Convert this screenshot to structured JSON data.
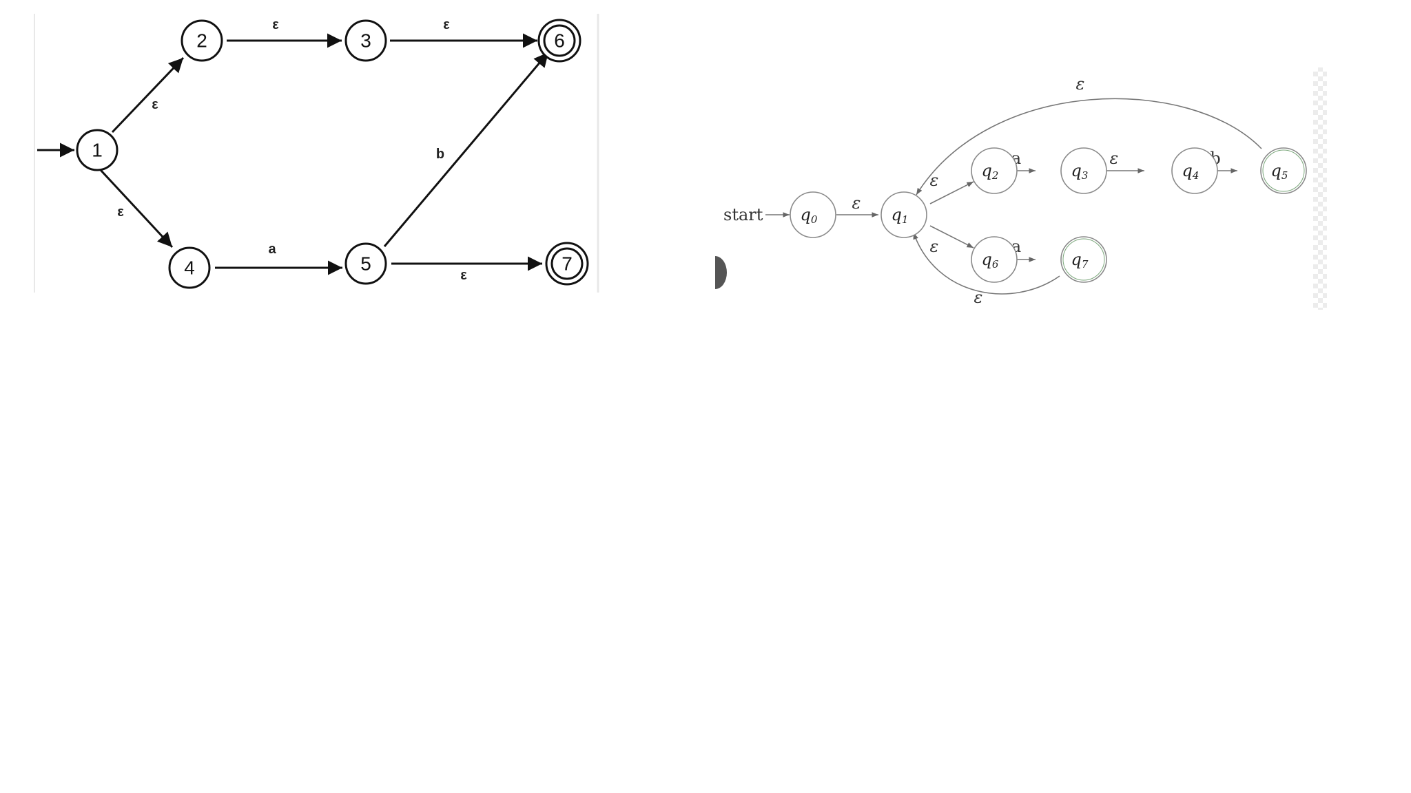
{
  "left_diagram": {
    "states": [
      {
        "id": "1",
        "label": "1",
        "accepting": false,
        "initial": true
      },
      {
        "id": "2",
        "label": "2",
        "accepting": false
      },
      {
        "id": "3",
        "label": "3",
        "accepting": false
      },
      {
        "id": "4",
        "label": "4",
        "accepting": false
      },
      {
        "id": "5",
        "label": "5",
        "accepting": false
      },
      {
        "id": "6",
        "label": "6",
        "accepting": true
      },
      {
        "id": "7",
        "label": "7",
        "accepting": true
      }
    ],
    "transitions": [
      {
        "from": "1",
        "to": "2",
        "label": "ε"
      },
      {
        "from": "2",
        "to": "3",
        "label": "ε"
      },
      {
        "from": "3",
        "to": "6",
        "label": "ε"
      },
      {
        "from": "1",
        "to": "4",
        "label": "ε"
      },
      {
        "from": "4",
        "to": "5",
        "label": "a"
      },
      {
        "from": "5",
        "to": "6",
        "label": "b"
      },
      {
        "from": "5",
        "to": "7",
        "label": "ε"
      }
    ]
  },
  "right_diagram": {
    "start_label": "start",
    "states": [
      {
        "id": "q0",
        "base": "q",
        "sub": "0",
        "fill": "#fbd3a8",
        "initial": true
      },
      {
        "id": "q1",
        "base": "q",
        "sub": "1",
        "fill": "#ffffff"
      },
      {
        "id": "q2",
        "base": "q",
        "sub": "2",
        "fill": "#ffffff"
      },
      {
        "id": "q3",
        "base": "q",
        "sub": "3",
        "fill": "#ffffff"
      },
      {
        "id": "q4",
        "base": "q",
        "sub": "4",
        "fill": "#ffffff"
      },
      {
        "id": "q5",
        "base": "q",
        "sub": "5",
        "fill": "#a6f5a6",
        "accepting": true
      },
      {
        "id": "q6",
        "base": "q",
        "sub": "6",
        "fill": "#ffffff"
      },
      {
        "id": "q7",
        "base": "q",
        "sub": "7",
        "fill": "#a6f5a6",
        "accepting": true
      }
    ],
    "transitions": [
      {
        "from": "q0",
        "to": "q1",
        "label": "ε"
      },
      {
        "from": "q1",
        "to": "q2",
        "label": "ε"
      },
      {
        "from": "q2",
        "to": "q3",
        "label": "a"
      },
      {
        "from": "q3",
        "to": "q4",
        "label": "ε"
      },
      {
        "from": "q4",
        "to": "q5",
        "label": "b"
      },
      {
        "from": "q1",
        "to": "q6",
        "label": "ε"
      },
      {
        "from": "q6",
        "to": "q7",
        "label": "a"
      },
      {
        "from": "q5",
        "to": "q1",
        "label": "ε"
      },
      {
        "from": "q7",
        "to": "q1",
        "label": "ε"
      }
    ]
  }
}
